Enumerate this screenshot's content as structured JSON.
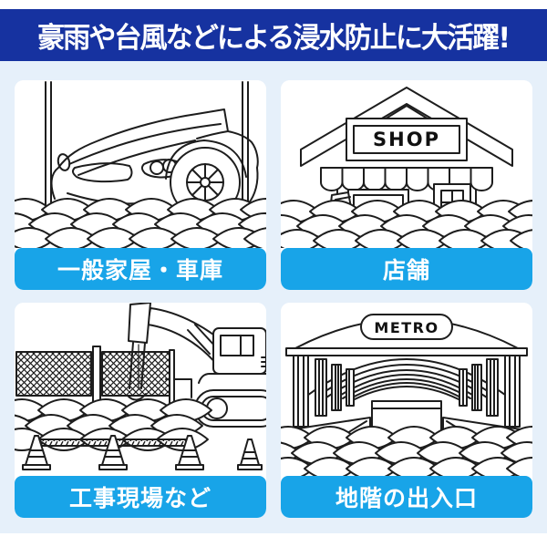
{
  "header": {
    "text": "豪雨や台風などによる浸水防止に大活躍!",
    "background_color": "#1632a0",
    "text_color": "#ffffff"
  },
  "colors": {
    "content_background": "#e6f0fa",
    "panel_background": "#ffffff",
    "label_background": "#18a4e8",
    "label_text": "#ffffff",
    "line_art": "#1d1d1d"
  },
  "panels": [
    {
      "label": "一般家屋・車庫",
      "illustration": "garage-with-convertible-car-and-sandbags"
    },
    {
      "label": "店舗",
      "sign_text": "SHOP",
      "illustration": "storefront-with-awning-and-sandbags"
    },
    {
      "label": "工事現場など",
      "illustration": "construction-site-fence-excavator-cones-and-sandbags"
    },
    {
      "label": "地階の出入口",
      "sign_text": "METRO",
      "illustration": "subway-basement-entrance-with-sandbags"
    }
  ]
}
